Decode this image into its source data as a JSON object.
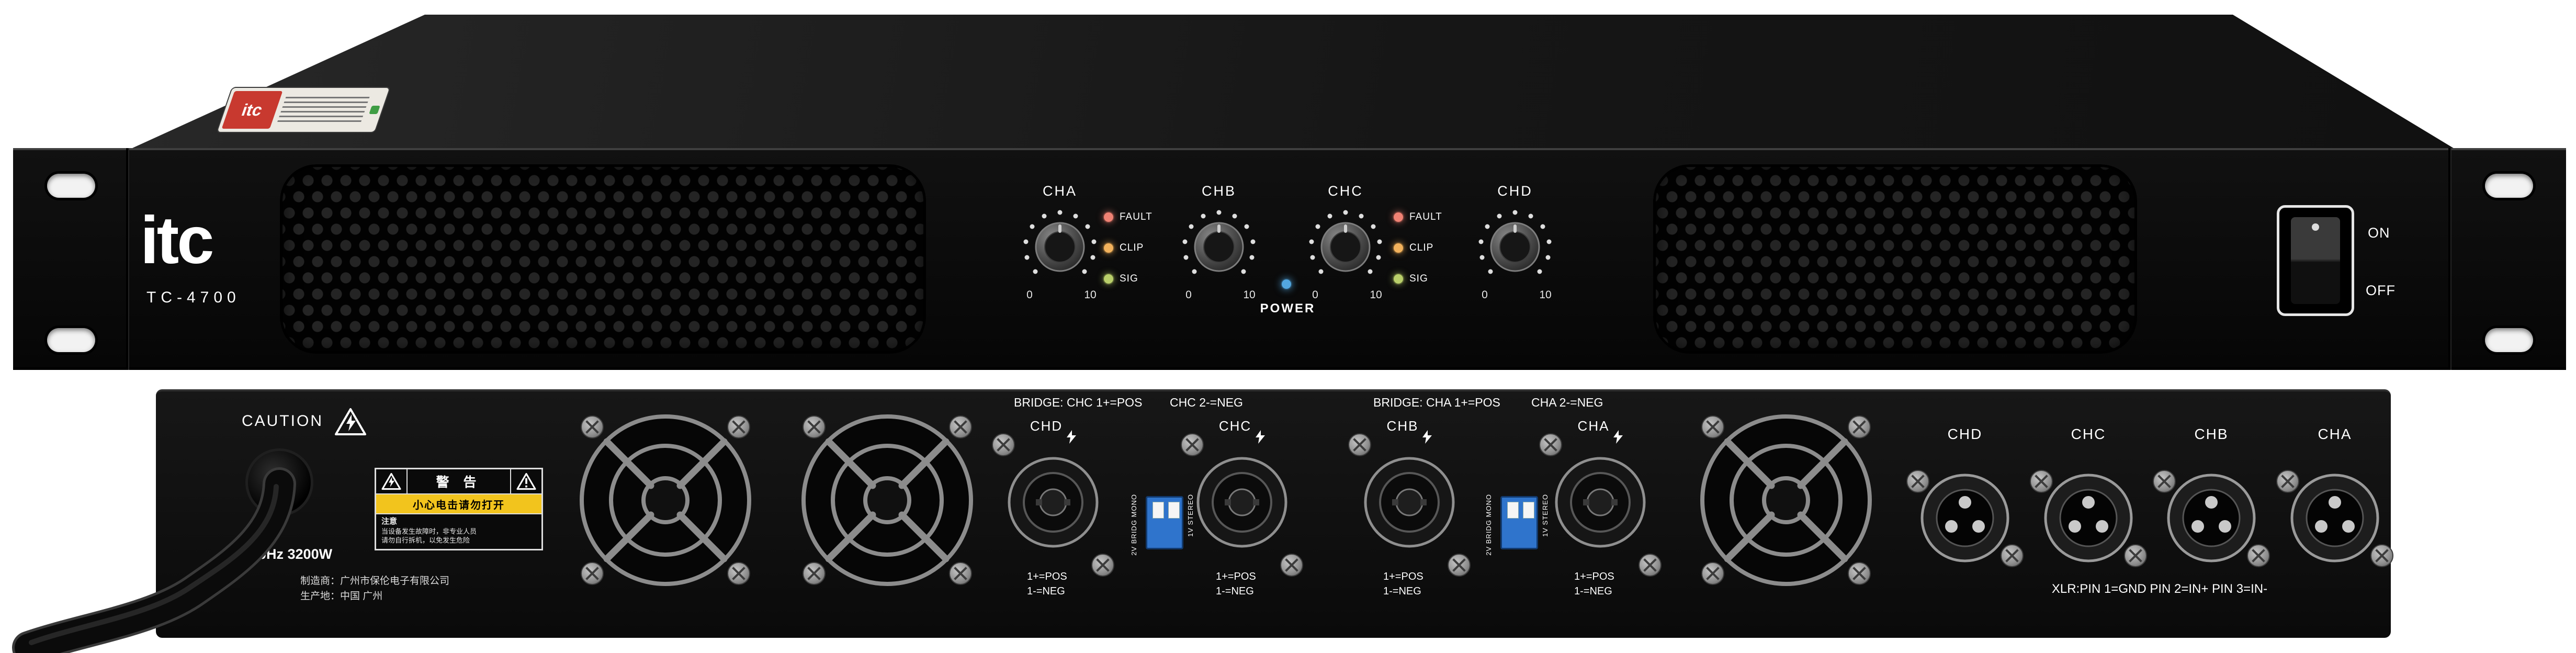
{
  "product": {
    "brand": "itc",
    "model": "TC-4700"
  },
  "colors": {
    "led_fault": "#f08274",
    "led_clip": "#f2b25c",
    "led_sig": "#b9cf6a",
    "led_power": "#53a7e0",
    "dip_switch_blue": "#2f74cc",
    "warning_yellow": "#f2c41d"
  },
  "front": {
    "channels": [
      {
        "label": "CHA"
      },
      {
        "label": "CHB"
      },
      {
        "label": "CHC"
      },
      {
        "label": "CHD"
      }
    ],
    "knob_scale": {
      "min": "0",
      "max": "10"
    },
    "led_groups": [
      {
        "leds": [
          {
            "label": "FAULT"
          },
          {
            "label": "CLIP"
          },
          {
            "label": "SIG"
          }
        ]
      },
      {
        "leds": [
          {
            "label": "FAULT"
          },
          {
            "label": "CLIP"
          },
          {
            "label": "SIG"
          }
        ]
      }
    ],
    "power_label": "POWER",
    "switch": {
      "on_label": "ON",
      "off_label": "OFF"
    }
  },
  "rear": {
    "caution_label": "CAUTION",
    "power_rating": "0Hz 3200W",
    "manufacturer_lines": [
      "制造商：广州市保伦电子有限公司",
      "生产地：中国 广州"
    ],
    "warning_label": {
      "title": "警 告",
      "subtitle": "小心电击请勿打开",
      "note_title": "注意",
      "note_lines": [
        "当设备发生故障时，非专业人员",
        "请勿自行拆机，以免发生危险"
      ]
    },
    "bridge_labels": {
      "group1_left": "BRIDGE: CHC 1+=POS",
      "group1_right": "CHC 2-=NEG",
      "group2_left": "BRIDGE: CHA 1+=POS",
      "group2_right": "CHA 2-=NEG"
    },
    "speakon_channels": [
      {
        "label": "CHD",
        "pos": "1+=POS",
        "neg": "1-=NEG"
      },
      {
        "label": "CHC",
        "pos": "1+=POS",
        "neg": "1-=NEG"
      },
      {
        "label": "CHB",
        "pos": "1+=POS",
        "neg": "1-=NEG"
      },
      {
        "label": "CHA",
        "pos": "1+=POS",
        "neg": "1-=NEG"
      }
    ],
    "dip_switch": {
      "left_label": "2V BRIDG MONO",
      "right_label": "1V STEREO"
    },
    "xlr_channels": [
      {
        "label": "CHD"
      },
      {
        "label": "CHC"
      },
      {
        "label": "CHB"
      },
      {
        "label": "CHA"
      }
    ],
    "xlr_note": "XLR:PIN 1=GND PIN 2=IN+ PIN 3=IN-"
  }
}
